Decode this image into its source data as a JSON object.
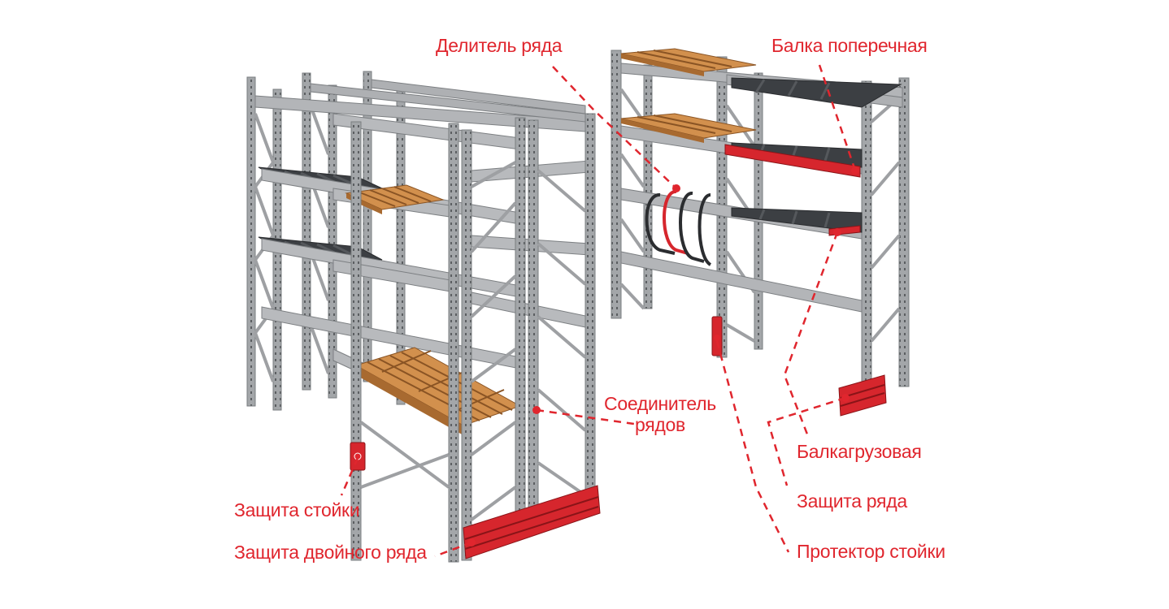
{
  "labels": {
    "row_divider": "Делитель ряда",
    "cross_beam": "Балка поперечная",
    "row_connector_line1": "Соединитель",
    "row_connector_line2": "рядов",
    "load_beam": "Балкагрузовая",
    "row_protection": "Защита ряда",
    "upright_protector": "Протектор стойки",
    "upright_protection": "Защита стойки",
    "double_row_protection": "Защита двойного ряда"
  },
  "colors": {
    "accent": "#e0262e",
    "steel": "#9ea0a3",
    "steel_dark": "#6f7275",
    "dark_beam": "#3c3f43",
    "pallet": "#d2904d",
    "pallet_dark": "#a86a30"
  },
  "icons": [
    "pallet-rack",
    "pallet",
    "protector",
    "callout-dot"
  ]
}
